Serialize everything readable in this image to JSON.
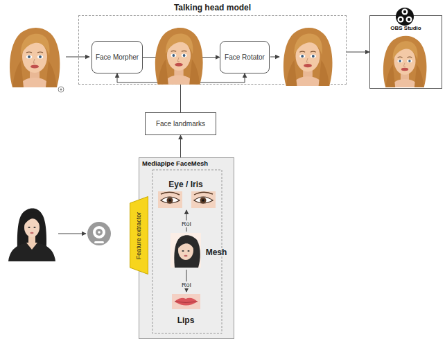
{
  "diagram": {
    "nodes": [
      {
        "text": [
          "Talking head model"
        ]
      },
      {
        "text": [
          "Face Morpher"
        ],
        "in": 0
      },
      {
        "text": [
          "Face Rotator"
        ],
        "in": 0
      },
      {
        "text": [
          "OBS Studio"
        ]
      },
      {
        "text": [
          "Face landmarks"
        ]
      },
      {
        "text": [
          "Mediapipe FaceMesh"
        ]
      },
      {
        "text": [
          "Feature extractor"
        ],
        "in": 5
      }
    ],
    "edges": [
      {
        "from": 1,
        "to": 2,
        "arrow": "to"
      },
      {
        "from": 0,
        "to": 3,
        "arrow": "to"
      },
      {
        "from": 4,
        "to": 1,
        "arrow": "to"
      },
      {
        "from": 4,
        "to": 2,
        "arrow": "to"
      },
      {
        "from": 5,
        "to": 4,
        "arrow": "to"
      }
    ],
    "labels": [
      "Eye / Iris",
      "RoI",
      "Mesh",
      "RoI",
      "Lips"
    ]
  }
}
